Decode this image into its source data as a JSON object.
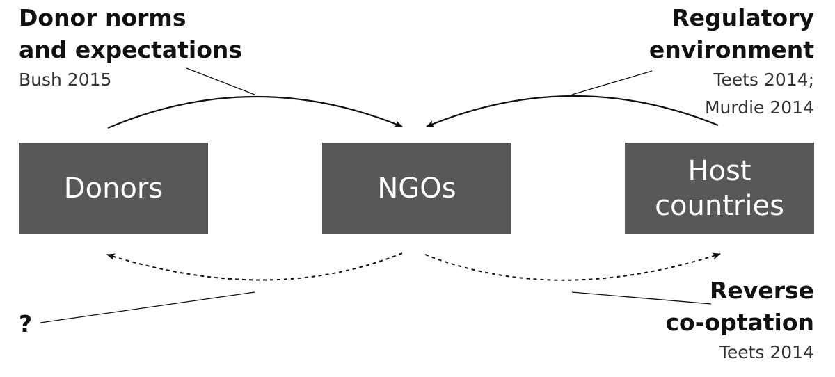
{
  "nodes": {
    "donors": "Donors",
    "ngos": "NGOs",
    "host_line1": "Host",
    "host_line2": "countries"
  },
  "annotations": {
    "donor_norms": {
      "line1": "Donor norms",
      "line2": "and expectations",
      "citation": "Bush 2015"
    },
    "regulatory": {
      "line1": "Regulatory",
      "line2": "environment",
      "citation_line1": "Teets 2014;",
      "citation_line2": "Murdie 2014"
    },
    "unknown": {
      "label": "?"
    },
    "reverse_cooptation": {
      "line1": "Reverse",
      "line2": "co-optation",
      "citation": "Teets 2014"
    }
  },
  "colors": {
    "box_fill": "#58585a",
    "box_text": "#ffffff",
    "line": "#111111"
  }
}
